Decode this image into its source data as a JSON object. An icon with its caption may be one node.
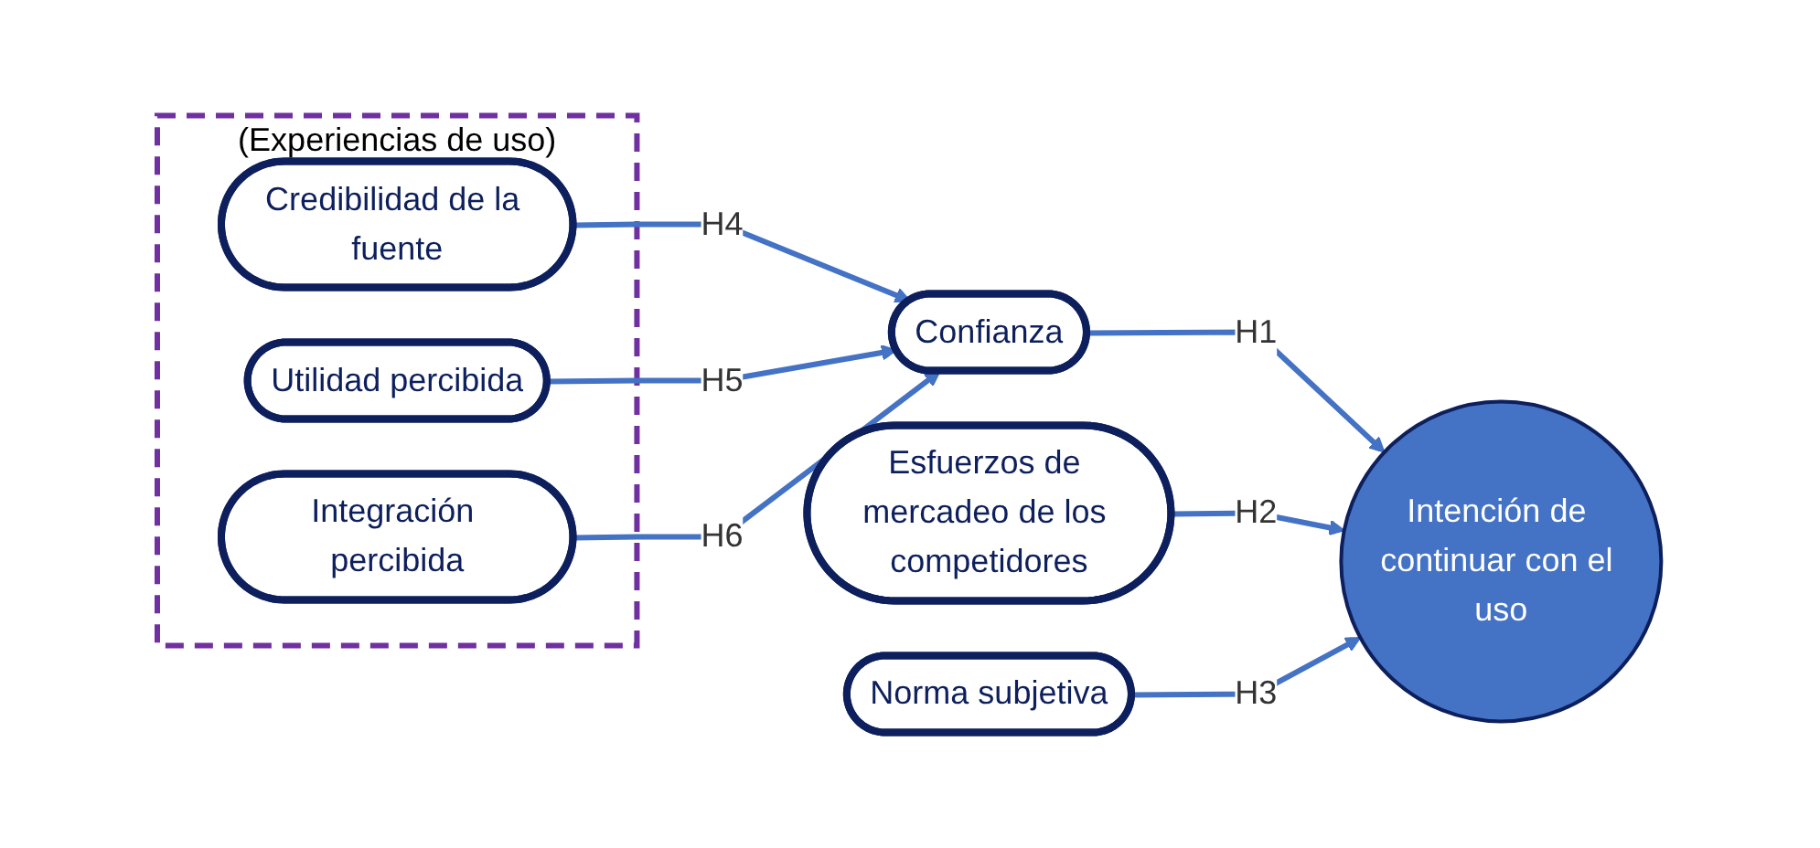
{
  "diagram": {
    "nodes": [
      {
        "text": [
          "(Experiencias de uso)"
        ]
      },
      {
        "text": [
          "Credibilidad de la fuente"
        ],
        "in": 0
      },
      {
        "text": [
          "Utilidad percibida"
        ],
        "in": 0
      },
      {
        "text": [
          "Integración percibida"
        ],
        "in": 0
      },
      {
        "text": [
          "Confianza"
        ]
      },
      {
        "text": [
          "Esfuerzos de mercadeo de los competidores"
        ]
      },
      {
        "text": [
          "Norma subjetiva"
        ]
      },
      {
        "text": [
          "Intención de continuar con el uso"
        ]
      }
    ],
    "edges": [
      {
        "from": 1,
        "to": 4,
        "arrow": "to",
        "label": "H4"
      },
      {
        "from": 2,
        "to": 4,
        "arrow": "to",
        "label": "H5"
      },
      {
        "from": 3,
        "to": 4,
        "arrow": "to",
        "label": "H6"
      },
      {
        "from": 4,
        "to": 7,
        "arrow": "to",
        "label": "H1"
      },
      {
        "from": 5,
        "to": 7,
        "arrow": "to",
        "label": "H2"
      },
      {
        "from": 6,
        "to": 7,
        "arrow": "to",
        "label": "H3"
      }
    ]
  }
}
